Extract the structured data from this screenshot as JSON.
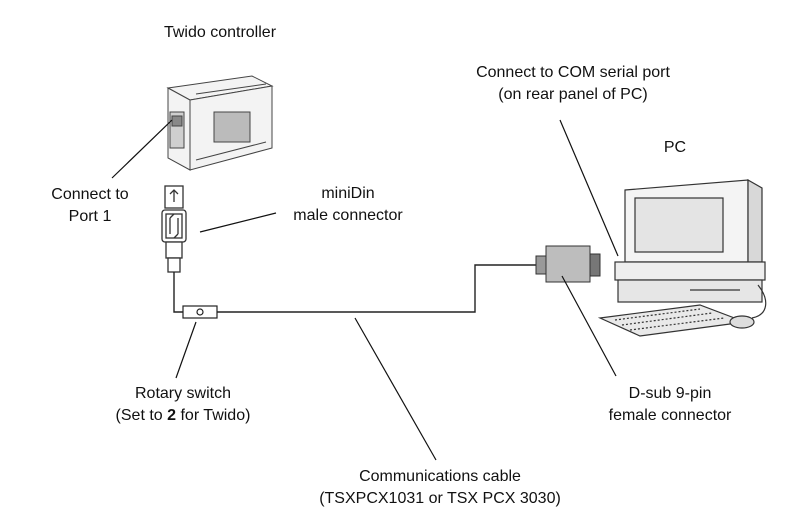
{
  "labels": {
    "controller": "Twido controller",
    "port": {
      "line1": "Connect to",
      "line2": "Port 1"
    },
    "minidin": {
      "line1": "miniDin",
      "line2": "male connector"
    },
    "com": {
      "line1": "Connect to COM serial port",
      "line2": "(on rear panel of PC)"
    },
    "pc": "PC",
    "switch": {
      "line1": "Rotary switch",
      "line2_pre": "(Set to ",
      "line2_bold": "2",
      "line2_post": " for Twido)"
    },
    "dsub": {
      "line1": "D-sub 9-pin",
      "line2": "female connector"
    },
    "cable": {
      "line1": "Communications cable",
      "line2": "(TSXPCX1031 or TSX PCX 3030)"
    }
  },
  "colors": {
    "ink": "#111111",
    "line": "#222222",
    "device_fill": "#f2f2f2",
    "device_shade": "#d6d6d6"
  }
}
